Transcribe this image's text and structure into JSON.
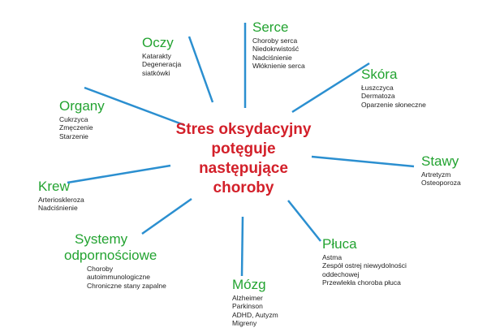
{
  "colors": {
    "center_text": "#d3202a",
    "node_title": "#23a331",
    "spoke": "#2b8fd0",
    "item_text": "#222222"
  },
  "center": {
    "lines": [
      "Stres oksydacyjny",
      "potęguje",
      "następujące",
      "choroby"
    ]
  },
  "nodes": {
    "oczy": {
      "title": "Oczy",
      "items": [
        "Katarakty",
        "Degeneracja",
        "siatkówki"
      ]
    },
    "serce": {
      "title": "Serce",
      "items": [
        "Choroby serca",
        "Niedokrwistość",
        "Nadciśnienie",
        "Włóknienie serca"
      ]
    },
    "skora": {
      "title": "Skóra",
      "items": [
        "Łuszczyca",
        "Dermatoza",
        "Oparzenie słoneczne"
      ]
    },
    "organy": {
      "title": "Organy",
      "items": [
        "Cukrzyca",
        "Zmęczenie",
        "Starzenie"
      ]
    },
    "stawy": {
      "title": "Stawy",
      "items": [
        "Artretyzm",
        "Osteoporoza"
      ]
    },
    "krew": {
      "title": "Krew",
      "items": [
        "Arterioskleroza",
        "Nadciśnienie"
      ]
    },
    "systemy": {
      "title_lines": [
        "Systemy",
        "odpornościowe"
      ],
      "items": [
        "Choroby",
        "autoimmunologiczne",
        "Chroniczne stany zapalne"
      ]
    },
    "pluca": {
      "title": "Płuca",
      "items": [
        "Astma",
        "Zespół ostrej niewydolności",
        "oddechowej",
        "Przewlekła choroba płuca"
      ]
    },
    "mozg": {
      "title": "Mózg",
      "items": [
        "Alzheimer",
        "Parkinson",
        "ADHD, Autyzm",
        "Migreny"
      ]
    }
  }
}
